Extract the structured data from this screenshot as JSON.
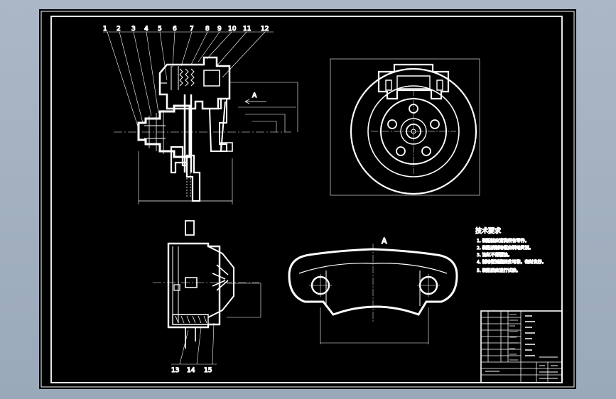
{
  "balloons": [
    "1",
    "2",
    "3",
    "4",
    "5",
    "6",
    "7",
    "8",
    "9",
    "10",
    "11",
    "12"
  ],
  "lower_balloons": [
    "13",
    "14",
    "15"
  ],
  "section_marker": "A",
  "view_title": "A",
  "notes": {
    "heading": "技术要求",
    "items": [
      "1. 装配前应清洗所有零件。",
      "2. 装配后制动钳应转动灵活。",
      "3. 油缸不得漏油。",
      "4. 制动钳活塞回位可靠，密封良好。",
      "5. 装配后应进行试验。"
    ]
  }
}
